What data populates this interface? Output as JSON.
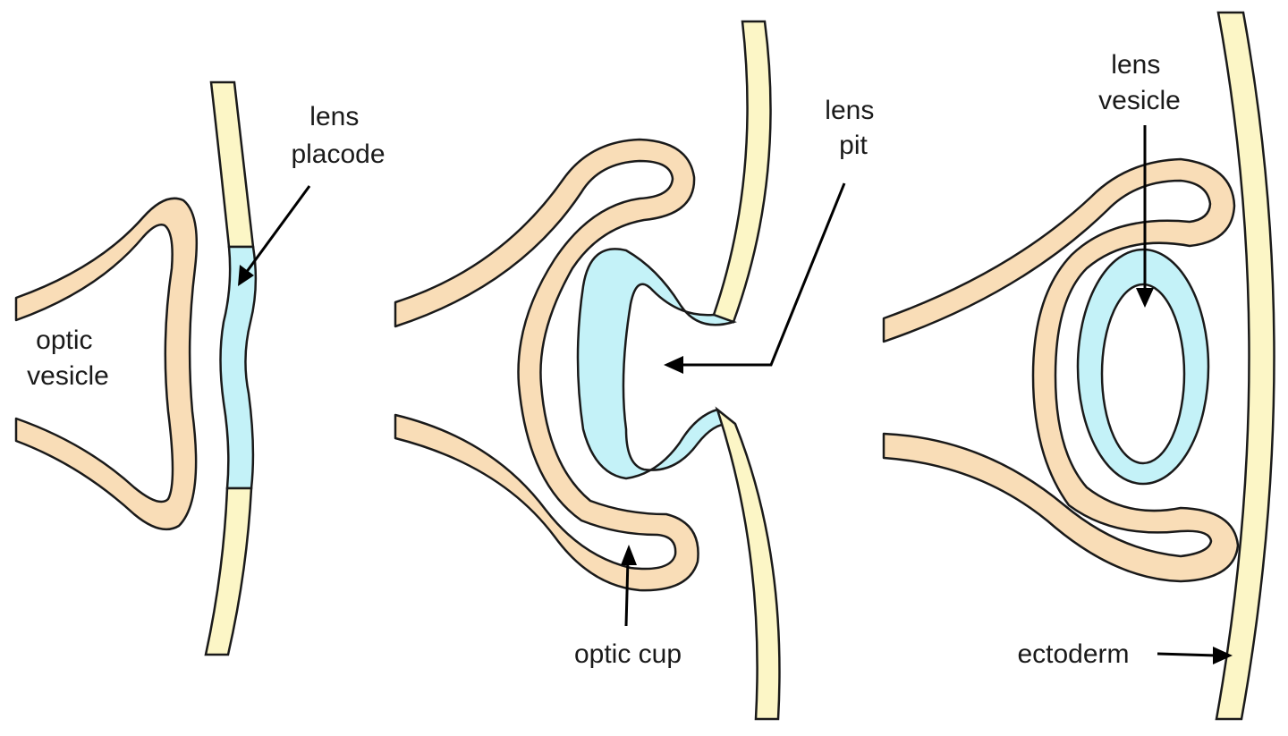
{
  "colors": {
    "neural_tissue": "#F9DDB7",
    "ectoderm": "#FCF6C6",
    "lens_tissue": "#C4F2F8",
    "outline": "#1a1a1a",
    "background": "#FFFFFF"
  },
  "labels": {
    "lens_placode": [
      "lens",
      "placode"
    ],
    "optic_vesicle": [
      "optic",
      "vesicle"
    ],
    "lens_pit": [
      "lens",
      "pit"
    ],
    "optic_cup": "optic cup",
    "lens_vesicle": [
      "lens",
      "vesicle"
    ],
    "ectoderm": "ectoderm"
  }
}
